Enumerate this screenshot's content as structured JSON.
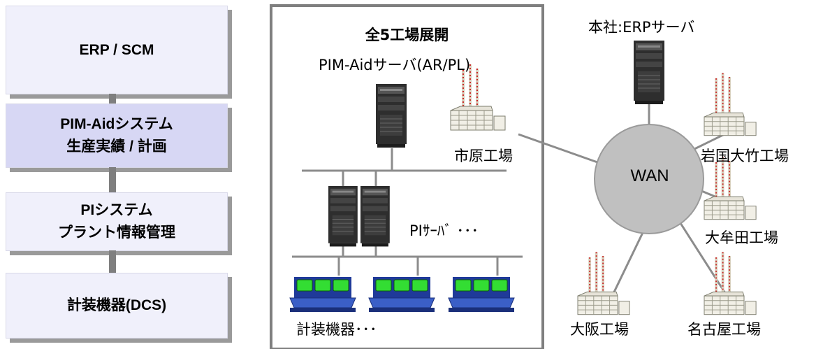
{
  "stack": {
    "boxes": [
      {
        "lines": [
          "ERP / SCM"
        ],
        "fill": "#f0f0fb"
      },
      {
        "lines": [
          "PIM-Aidシステム",
          "生産実績 / 計画"
        ],
        "fill": "#d7d7f4"
      },
      {
        "lines": [
          "PIシステム",
          "プラント情報管理"
        ],
        "fill": "#f0f0fb"
      },
      {
        "lines": [
          "計装機器(DCS)"
        ],
        "fill": "#f0f0fb"
      }
    ]
  },
  "site": {
    "title": "全5工場展開",
    "pim_server_label": "PIM-Aidサーバ(AR/PL)",
    "pi_server_label": "PIｻｰﾊﾞ ･･･",
    "instruments_label": "計装機器･･･"
  },
  "network": {
    "hq_label": "本社:ERPサーバ",
    "wan_label": "WAN",
    "factories": [
      "市原工場",
      "岩国大竹工場",
      "大牟田工場",
      "大阪工場",
      "名古屋工場"
    ]
  },
  "colors": {
    "frame": "#7f7f7f",
    "wan": "#c0c0c0",
    "line": "#8c8c8c",
    "screen": "#33dd33",
    "console": "#3355bb"
  }
}
